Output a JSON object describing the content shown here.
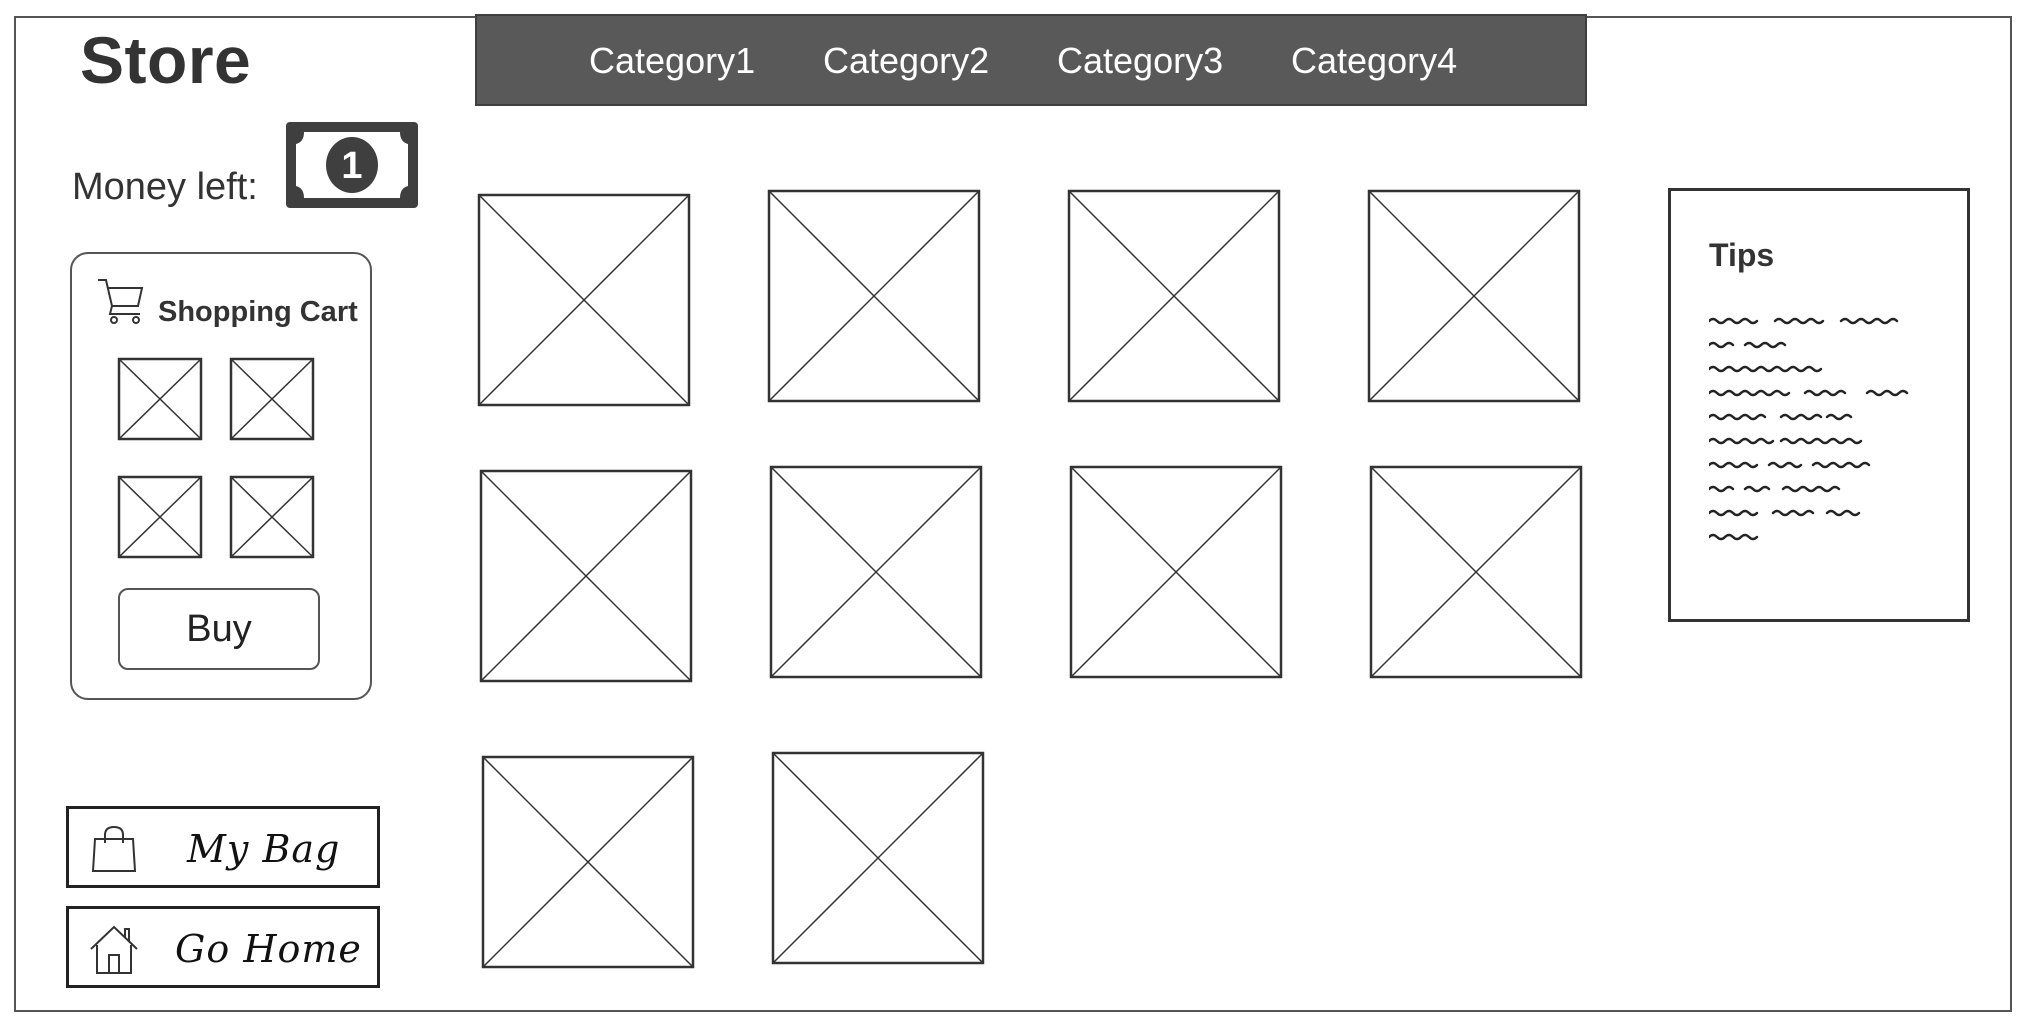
{
  "header": {
    "title": "Store"
  },
  "categories": [
    {
      "label": "Category1"
    },
    {
      "label": "Category2"
    },
    {
      "label": "Category3"
    },
    {
      "label": "Category4"
    }
  ],
  "money": {
    "label": "Money left:",
    "value": "1",
    "icon": "dollar-bill-icon"
  },
  "cart": {
    "title": "Shopping Cart",
    "icon": "shopping-cart-icon",
    "item_count": 4,
    "buy_label": "Buy"
  },
  "product_grid": {
    "item_count": 10,
    "icon": "image-placeholder-icon"
  },
  "actions": {
    "bag": {
      "label": "My Bag",
      "icon": "shopping-bag-icon"
    },
    "home": {
      "label": "Go Home",
      "icon": "home-icon"
    }
  },
  "tips": {
    "title": "Tips"
  },
  "colors": {
    "category_bar": "#595959",
    "outline": "#555555",
    "text": "#333333"
  }
}
